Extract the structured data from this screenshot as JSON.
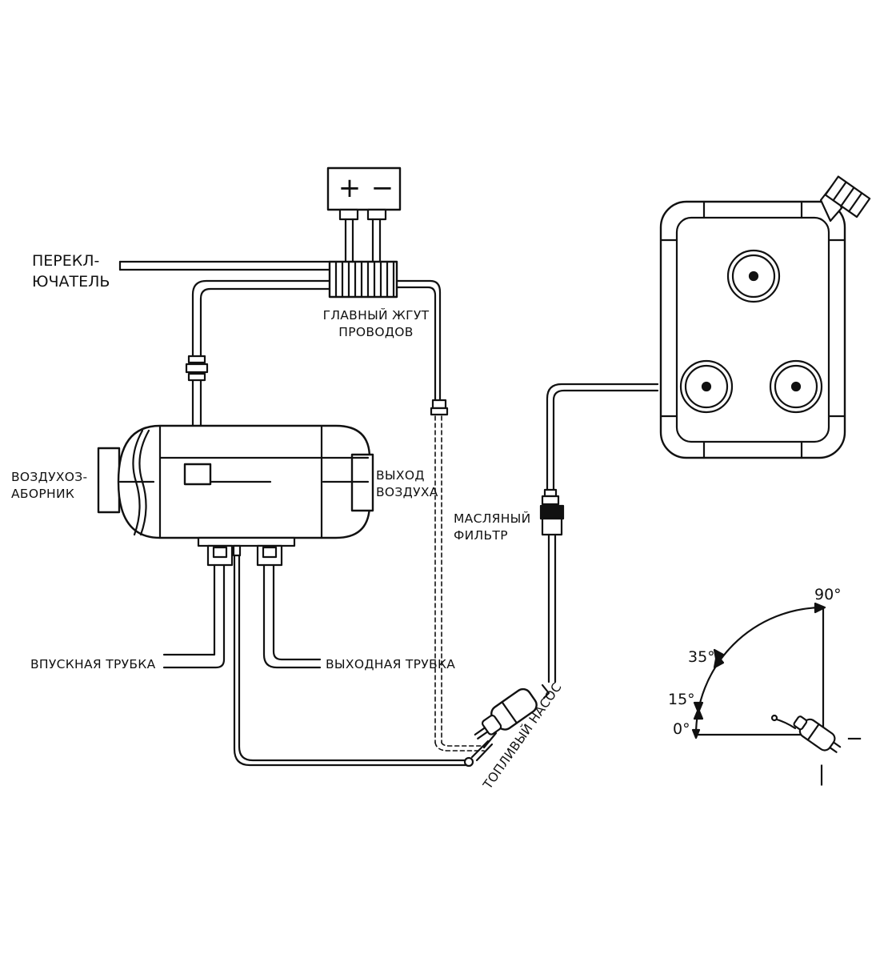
{
  "battery": {
    "plus": "+",
    "minus": "−"
  },
  "labels": {
    "switch": [
      "ПЕРЕКЛ-",
      "ЮЧАТЕЛЬ"
    ],
    "harness": [
      "ГЛАВНЫЙ ЖГУТ",
      "ПРОВОДОВ"
    ],
    "air_intake": [
      "ВОЗДУХОЗ-",
      "АБОРНИК"
    ],
    "air_outlet": [
      "ВЫХОД",
      "ВОЗДУХА"
    ],
    "oil_filter": [
      "МАСЛЯНЫЙ",
      "ФИЛЬТР"
    ],
    "inlet_pipe": "ВПУСКНАЯ ТРУБКА",
    "outlet_pipe": "ВЫХОДНАЯ ТРУБКА",
    "fuel_pump": "ТОПЛИВЫЙ НАСОС"
  },
  "angles": [
    "90°",
    "35°",
    "15°",
    "0°"
  ],
  "pump_terminals": {
    "minus": "−",
    "plus": "|"
  }
}
